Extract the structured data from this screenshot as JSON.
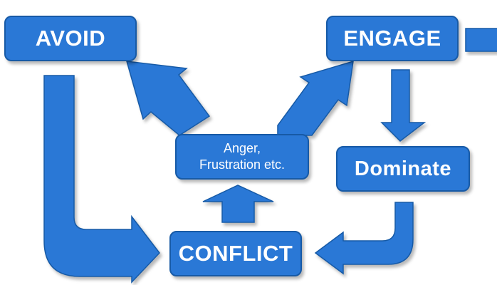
{
  "colors": {
    "fill": "#2a78d6",
    "stroke": "#175aa6"
  },
  "nodes": {
    "avoid": "AVOID",
    "engage": "ENGAGE",
    "anger_line1": "Anger,",
    "anger_line2": "Frustration etc.",
    "dominate": "Dominate",
    "conflict": "CONFLICT"
  }
}
